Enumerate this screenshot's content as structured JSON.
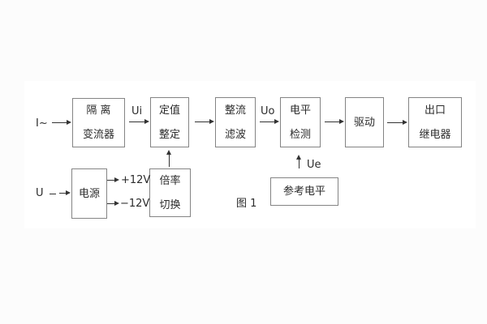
{
  "figure": {
    "caption": "图 1",
    "colors": {
      "page_background": "#fcfcfc",
      "panel_background": "#ffffff",
      "block_border": "#848484",
      "text": "#2b2b2b",
      "arrow": "#333333"
    },
    "signals": {
      "input_current": "I~",
      "ui": "Ui",
      "uo": "Uo",
      "input_voltage": "U",
      "plus_12v": "+12V",
      "minus_12v": "−12V",
      "ue": "Ue"
    },
    "blocks": {
      "isolation_transformer": {
        "line1": "隔 离",
        "line2": "变流器"
      },
      "setting_adjust": {
        "line1": "定值",
        "line2": "整定"
      },
      "rectify_filter": {
        "line1": "整流",
        "line2": "滤波"
      },
      "level_detect": {
        "line1": "电平",
        "line2": "检测"
      },
      "drive": {
        "line1": "驱动"
      },
      "output_relay": {
        "line1": "出口",
        "line2": "继电器"
      },
      "power_supply": {
        "line1": "电源"
      },
      "ratio_switch": {
        "line1": "倍率",
        "line2": "切换"
      },
      "reference_level": {
        "line1": "参考电平"
      }
    }
  }
}
